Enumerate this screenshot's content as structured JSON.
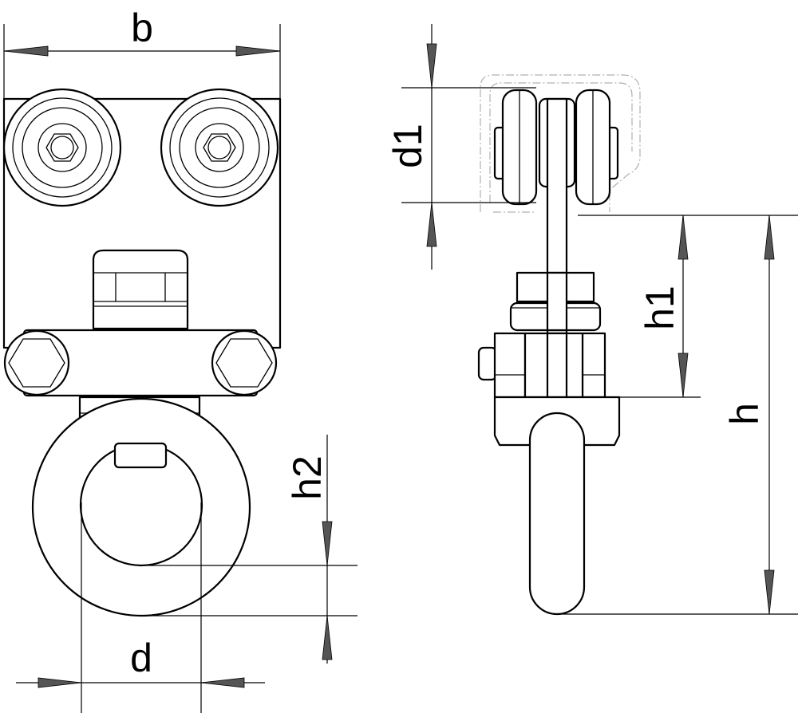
{
  "diagram": {
    "type": "technical-drawing",
    "views": [
      "front",
      "side"
    ],
    "colors": {
      "line": "#000000",
      "arrow": "#555555",
      "ghost": "#b0b0b0",
      "background": "#ffffff"
    },
    "dimensions": {
      "b": "b",
      "d": "d",
      "h2": "h2",
      "d1": "d1",
      "h1": "h1",
      "h": "h"
    }
  }
}
